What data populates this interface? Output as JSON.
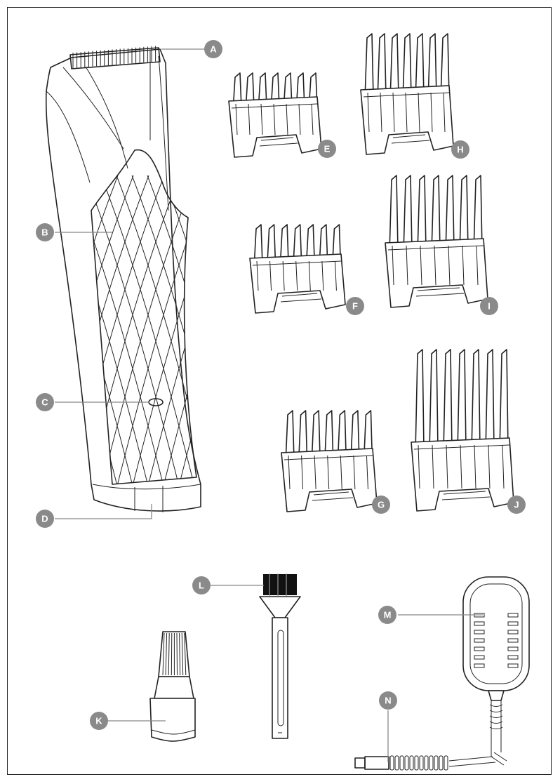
{
  "labels": {
    "A": "A",
    "B": "B",
    "C": "C",
    "D": "D",
    "E": "E",
    "F": "F",
    "G": "G",
    "H": "H",
    "I": "I",
    "J": "J",
    "K": "K",
    "L": "L",
    "M": "M",
    "N": "N"
  },
  "colors": {
    "badge": "#8a8a8a",
    "line": "#222222",
    "leader": "#888888"
  }
}
